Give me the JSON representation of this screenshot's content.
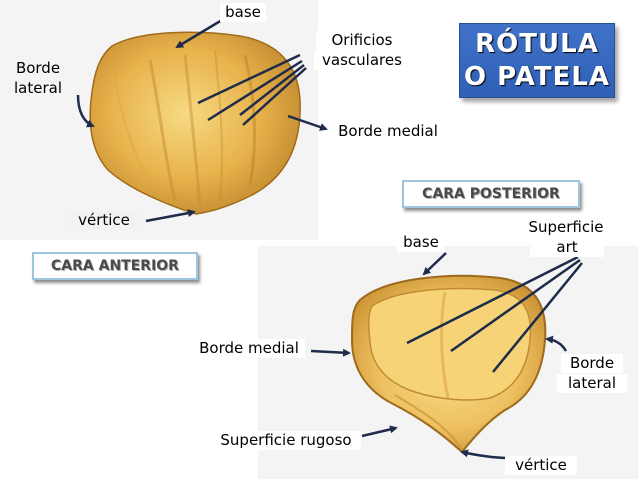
{
  "title": {
    "line1": "RÓTULA",
    "line2": "O PATELA"
  },
  "anterior": {
    "face_label": "CARA ANTERIOR",
    "base": "base",
    "orificios_line1": "Orificios",
    "orificios_line2": "vasculares",
    "borde_lateral_line1": "Borde",
    "borde_lateral_line2": "lateral",
    "borde_medial": "Borde medial",
    "vertice": "vértice"
  },
  "posterior": {
    "face_label": "CARA POSTERIOR",
    "base": "base",
    "superficie_line1": "Superficie",
    "superficie_line2": "art",
    "borde_medial": "Borde medial",
    "borde_lateral_line1": "Borde",
    "borde_lateral_line2": "lateral",
    "superficie_rugosa": "Superficie rugoso",
    "vertice": "vértice"
  },
  "colors": {
    "bone_light": "#f2cf6e",
    "bone_mid": "#dca43c",
    "bone_dark": "#b77f22",
    "arrow": "#1e2b4a",
    "title_bg": "#3568c0",
    "face_border": "#9ec5df"
  }
}
